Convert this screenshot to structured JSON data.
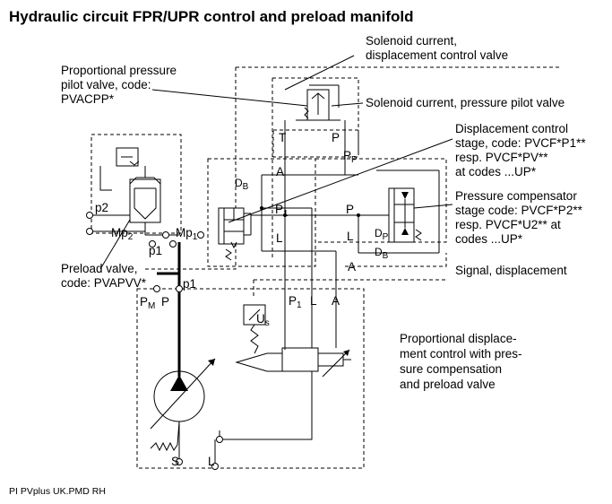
{
  "title": "Hydraulic circuit FPR/UPR control and preload manifold",
  "callouts": {
    "solenoid_disp_line1": "Solenoid current,",
    "solenoid_disp_line2": "displacement control valve",
    "solenoid_press": "Solenoid current, pressure pilot valve",
    "pilot_line1": "Proportional pressure",
    "pilot_line2": "pilot valve, code:",
    "pilot_line3": "PVACPP*",
    "disp_stage_line1": "Displacement control",
    "disp_stage_line2": "stage, code: PVCF*P1**",
    "disp_stage_line3": "resp. PVCF*PV**",
    "disp_stage_line4": "at codes ...UP*",
    "comp_stage_line1": "Pressure compensator",
    "comp_stage_line2": "stage code: PVCF*P2**",
    "comp_stage_line3": "resp. PVCF*U2** at",
    "comp_stage_line4": "codes ...UP*",
    "signal": "Signal, displacement",
    "preload_line1": "Preload valve,",
    "preload_line2": "code: PVAPVV*",
    "description_line1": "Proportional displace-",
    "description_line2": "ment control with pres-",
    "description_line3": "sure compensation",
    "description_line4": "and preload valve"
  },
  "ports": {
    "T": "T",
    "P": "P",
    "Pp": "P",
    "Pp_sub": "P",
    "A_top": "A",
    "A_bottom": "A",
    "A_pump": "A",
    "P1_left": "P",
    "P1_left_sub": "1",
    "P_right": "P",
    "L_left": "L",
    "L_right": "L",
    "L_pump": "L",
    "L_bottom": "L",
    "DB_left": "D",
    "DB_left_sub": "B",
    "DP": "D",
    "DP_sub": "P",
    "DB_right": "D",
    "DB_right_sub": "B",
    "p2": "p2",
    "Mp2": "Mp",
    "Mp2_sub": "2",
    "Mp1": "Mp",
    "Mp1_sub": "1",
    "p1_a": "p1",
    "p1_b": "p1",
    "PM": "P",
    "PM_sub": "M",
    "P_pump": "P",
    "P1_pump": "P",
    "P1_pump_sub": "1",
    "S": "S",
    "Us": "U",
    "Us_sub": "s"
  },
  "footer": "PI PVplus UK.PMD RH"
}
